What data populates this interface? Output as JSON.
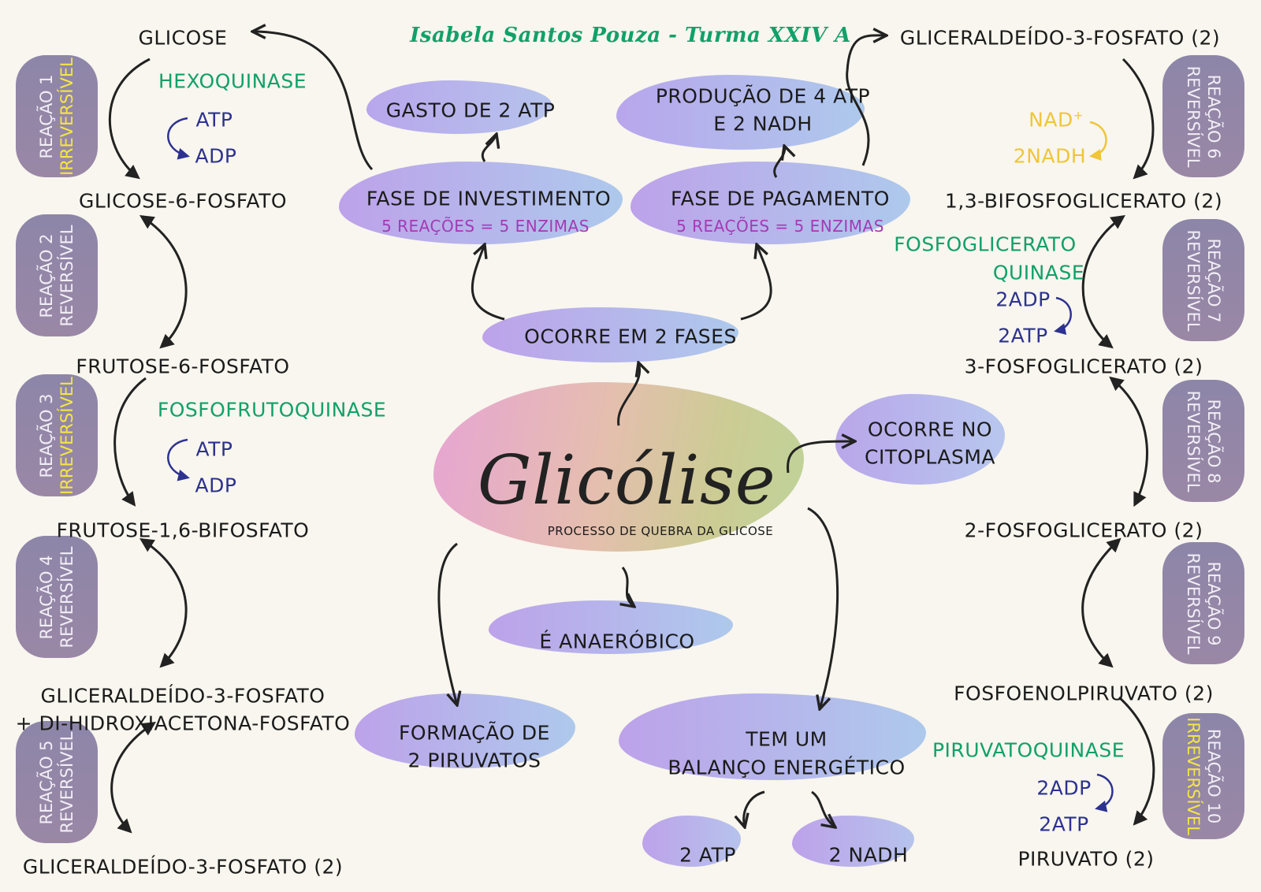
{
  "author": "Isabela Santos Pouza - Turma XXIV A",
  "center": {
    "title": "Glicólise",
    "subtitle": "PROCESSO DE QUEBRA DA GLICOSE"
  },
  "phases": {
    "occurs": "OCORRE EM 2 FASES",
    "investment": {
      "title": "FASE DE INVESTIMENTO",
      "sub": "5 REAÇÕES = 5 ENZIMAS",
      "result": "GASTO DE 2 ATP"
    },
    "payoff": {
      "title": "FASE DE PAGAMENTO",
      "sub": "5 REAÇÕES = 5 ENZIMAS",
      "result_line1": "PRODUÇÃO DE 4 ATP",
      "result_line2": "E 2 NADH"
    }
  },
  "facts": {
    "cytoplasm_line1": "OCORRE NO",
    "cytoplasm_line2": "CITOPLASMA",
    "anaerobic": "É ANAERÓBICO",
    "pyruvates_line1": "FORMAÇÃO DE",
    "pyruvates_line2": "2 PIRUVATOS",
    "balance_line1": "TEM UM",
    "balance_line2": "BALANÇO ENERGÉTICO",
    "atp": "2 ATP",
    "nadh": "2 NADH"
  },
  "left": {
    "glicose": "GLICOSE",
    "hexoquinase": "HEXOQUINASE",
    "atp1": "ATP",
    "adp1": "ADP",
    "g6p": "GLICOSE-6-FOSFATO",
    "f6p": "FRUTOSE-6-FOSFATO",
    "pfk": "FOSFOFRUTOQUINASE",
    "atp2": "ATP",
    "adp2": "ADP",
    "f16bp": "FRUTOSE-1,6-BIFOSFATO",
    "g3p_a": "GLICERALDEÍDO-3-FOSFATO",
    "dhap": "+ DI-HIDROXIACETONA-FOSFATO",
    "g3p_2": "GLICERALDEÍDO-3-FOSFATO (2)"
  },
  "right": {
    "g3p_2": "GLICERALDEÍDO-3-FOSFATO (2)",
    "nad": "NAD",
    "nad_sup": "+",
    "nadh": "2NADH",
    "bpg": "1,3-BIFOSFOGLICERATO (2)",
    "pgk_line1": "FOSFOGLICERATO",
    "pgk_line2": "QUINASE",
    "adp1": "2ADP",
    "atp1": "2ATP",
    "pg3": "3-FOSFOGLICERATO (2)",
    "pg2": "2-FOSFOGLICERATO (2)",
    "pep": "FOSFOENOLPIRUVATO (2)",
    "pk": "PIRUVATOQUINASE",
    "adp2": "2ADP",
    "atp2": "2ATP",
    "pyruvate": "PIRUVATO (2)"
  },
  "reactions": [
    {
      "line1": "REAÇÃO 1",
      "line2": "IRREVERSÍVEL"
    },
    {
      "line1": "REAÇÃO 2",
      "line2": "REVERSÍVEL"
    },
    {
      "line1": "REAÇÃO 3",
      "line2": "IRREVERSÍVEL"
    },
    {
      "line1": "REAÇÃO 4",
      "line2": "REVERSÍVEL"
    },
    {
      "line1": "REAÇÃO 5",
      "line2": "REVERSÍVEL"
    },
    {
      "line1": "REAÇÃO 6",
      "line2": "REVERSÍVEL"
    },
    {
      "line1": "REAÇÃO 7",
      "line2": "REVERSÍVEL"
    },
    {
      "line1": "REAÇÃO 8",
      "line2": "REVERSÍVEL"
    },
    {
      "line1": "REAÇÃO 9",
      "line2": "REVERSÍVEL"
    },
    {
      "line1": "REAÇÃO 10",
      "line2": "IRREVERSÍVEL"
    }
  ],
  "colors": {
    "enzyme": "#12a06a",
    "cofactor": "#2d3290",
    "nad": "#f0c53a",
    "irreversible": "#f5e642",
    "reaction_badge": "#8d86a8",
    "subtitle": "#a43ab5"
  }
}
